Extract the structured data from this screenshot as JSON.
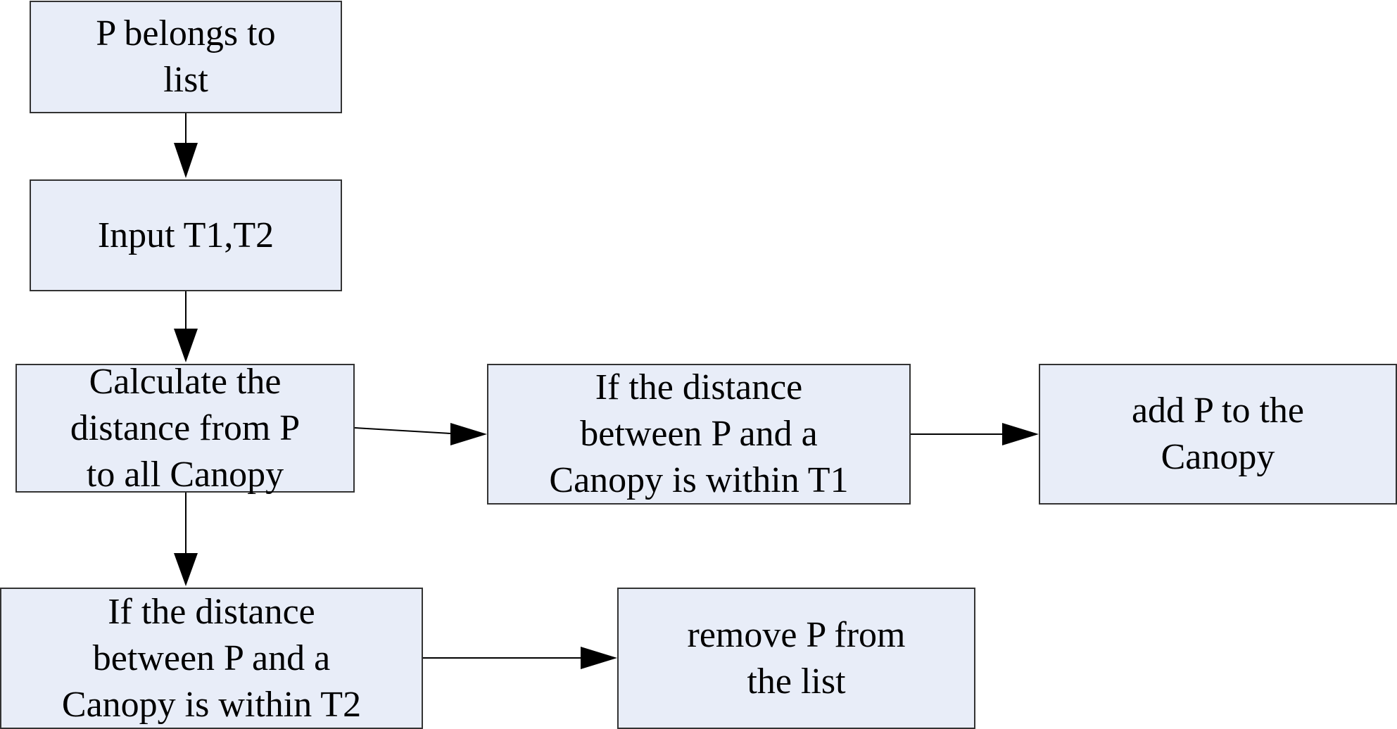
{
  "diagram": {
    "nodes": [
      {
        "id": "n1",
        "text": "P  belongs to\nlist"
      },
      {
        "id": "n2",
        "text": "Input T1,T2"
      },
      {
        "id": "n3",
        "text": "Calculate the\ndistance from P\nto all Canopy"
      },
      {
        "id": "n4",
        "text": "If the distance\nbetween P and a\nCanopy is within T1"
      },
      {
        "id": "n5",
        "text": "add P to the\nCanopy"
      },
      {
        "id": "n6",
        "text": "If the distance\nbetween P and a\nCanopy is within T2"
      },
      {
        "id": "n7",
        "text": "remove P from\nthe list"
      }
    ],
    "edges": [
      {
        "from": "n1",
        "to": "n2"
      },
      {
        "from": "n2",
        "to": "n3"
      },
      {
        "from": "n3",
        "to": "n4"
      },
      {
        "from": "n4",
        "to": "n5"
      },
      {
        "from": "n3",
        "to": "n6"
      },
      {
        "from": "n6",
        "to": "n7"
      }
    ]
  }
}
